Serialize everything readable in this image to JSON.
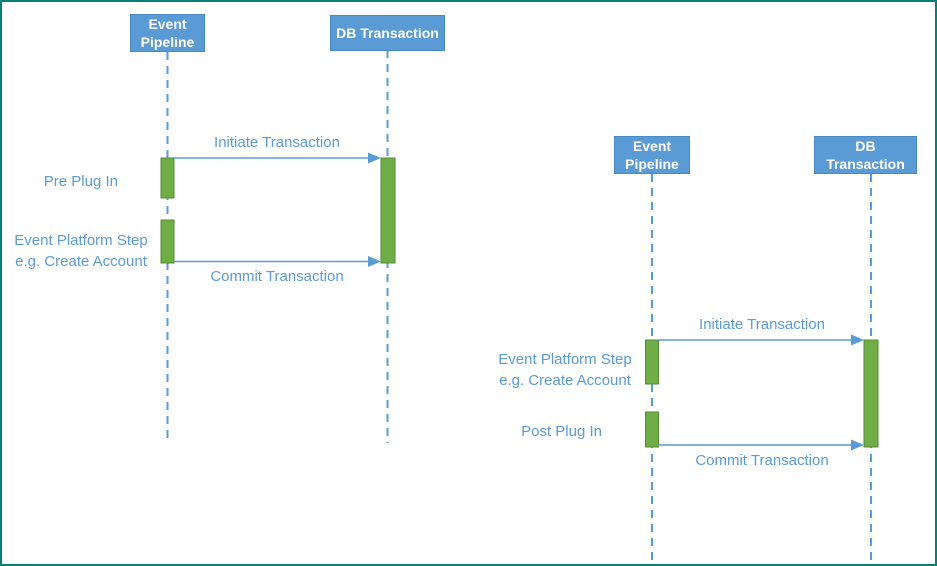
{
  "colors": {
    "blue": "#5B9BD5",
    "blue_dark": "#4A89C8",
    "green": "#70AD47",
    "green_dark": "#568A35",
    "teal_border": "#087F77",
    "box_text": "#FFFFFF",
    "background": "#FFFFFF"
  },
  "left_diagram": {
    "actors": [
      {
        "label": "Event Pipeline"
      },
      {
        "label": "DB Transaction"
      }
    ],
    "messages": [
      {
        "label": "Initiate Transaction"
      },
      {
        "label": "Commit Transaction"
      }
    ],
    "activations": [
      {
        "label": "Pre Plug In"
      },
      {
        "label": "Event Platform Step e.g. Create Account"
      }
    ]
  },
  "right_diagram": {
    "actors": [
      {
        "label": "Event Pipeline"
      },
      {
        "label": "DB Transaction"
      }
    ],
    "messages": [
      {
        "label": "Initiate Transaction"
      },
      {
        "label": "Commit Transaction"
      }
    ],
    "activations": [
      {
        "label": "Event Platform Step e.g. Create Account"
      },
      {
        "label": "Post Plug In"
      }
    ]
  }
}
